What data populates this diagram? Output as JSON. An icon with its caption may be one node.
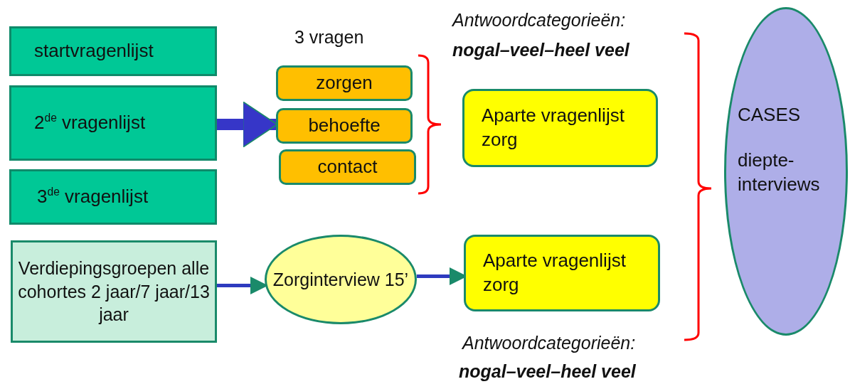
{
  "diagram": {
    "nodes": [
      {
        "text": [
          "startvragenlijst"
        ]
      },
      {
        "text": [
          "2$^{de}$ vragenlijst"
        ]
      },
      {
        "text": [
          "3$^{de}$ vragenlijst"
        ]
      },
      {
        "text": [
          "zorgen"
        ]
      },
      {
        "text": [
          "behoefte"
        ]
      },
      {
        "text": [
          "contact"
        ]
      },
      {
        "text": [
          "Aparte vragenlijst zorg"
        ]
      },
      {
        "text": [
          "Verdiepingsgroepen alle cohortes 2 jaar/7 jaar/13 jaar"
        ]
      },
      {
        "text": [
          "Zorginterview 15’"
        ]
      },
      {
        "text": [
          "Aparte vragenlijst zorg"
        ]
      },
      {
        "text": [
          "CASES",
          "diepte- interviews"
        ]
      }
    ],
    "edges": [
      {
        "from": 1,
        "to": 4,
        "arrow": "to",
        "style": "thick"
      },
      {
        "from": 7,
        "to": 8,
        "arrow": "to"
      },
      {
        "from": 8,
        "to": 9,
        "arrow": "to"
      }
    ],
    "labels": [
      "3 vragen",
      "Antwoordcategorieën:",
      "nogal–veel–heel veel",
      "Antwoordcategorieën:",
      "nogal–veel–heel veel"
    ]
  }
}
